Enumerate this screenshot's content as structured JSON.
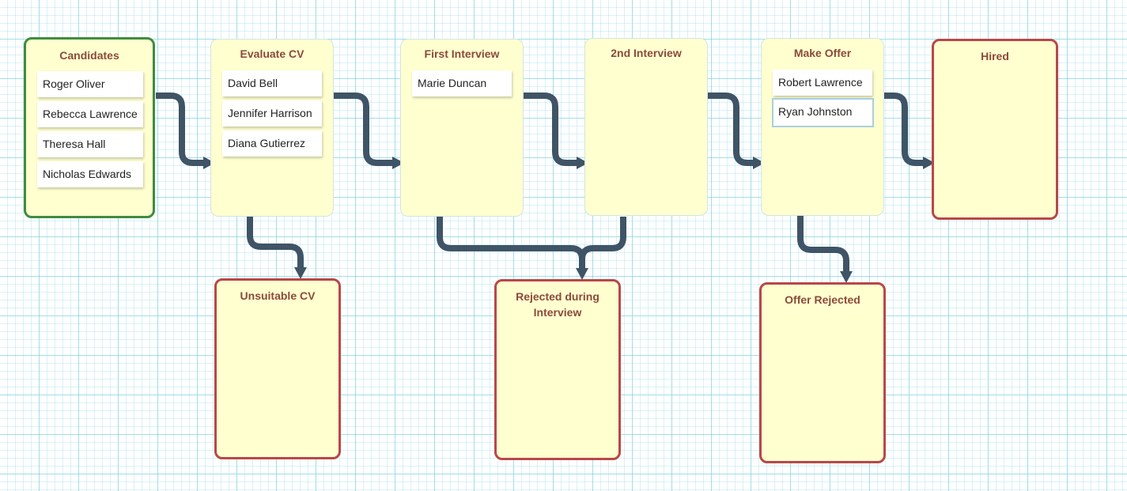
{
  "diagram": {
    "lanes": {
      "candidates": {
        "title": "Candidates",
        "cards": [
          "Roger Oliver",
          "Rebecca Lawrence",
          "Theresa Hall",
          "Nicholas Edwards"
        ]
      },
      "evaluate_cv": {
        "title": "Evaluate CV",
        "cards": [
          "David Bell",
          "Jennifer Harrison",
          "Diana Gutierrez"
        ]
      },
      "first_interview": {
        "title": "First Interview",
        "cards": [
          "Marie Duncan"
        ]
      },
      "second_interview": {
        "title": "2nd Interview",
        "cards": []
      },
      "make_offer": {
        "title": "Make Offer",
        "cards": [
          "Robert Lawrence",
          "Ryan Johnston"
        ]
      },
      "hired": {
        "title": "Hired",
        "cards": []
      },
      "unsuitable_cv": {
        "title": "Unsuitable CV",
        "cards": []
      },
      "rejected_interview": {
        "title": "Rejected during Interview",
        "cards": []
      },
      "offer_rejected": {
        "title": "Offer Rejected",
        "cards": []
      }
    },
    "colors": {
      "start_border": "#3f8c3f",
      "end_border": "#b84848",
      "lane_fill": "#ffffd0",
      "connector": "#3f5466",
      "title_text": "#8b4a3a"
    }
  }
}
